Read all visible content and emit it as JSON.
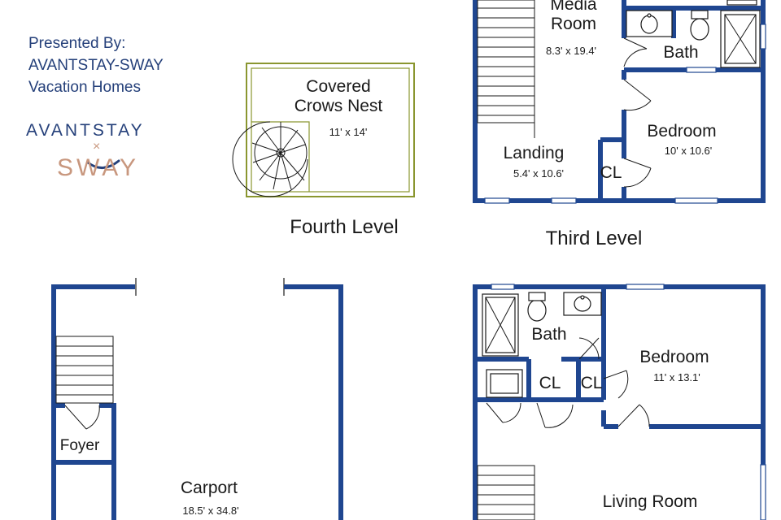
{
  "presenter": {
    "line1": "Presented By:",
    "line2": "AVANTSTAY-SWAY",
    "line3": "Vacation Homes"
  },
  "logo": {
    "top": "AVANTSTAY",
    "x": "×",
    "bottom": "SWAY"
  },
  "colors": {
    "wall": "#1f4690",
    "crows_nest": "#8a9630",
    "brand_navy": "#25407a",
    "brand_peach": "#c8977e"
  },
  "levels": {
    "fourth": {
      "label": "Fourth Level",
      "rooms": [
        {
          "name_line1": "Covered",
          "name_line2": "Crows Nest",
          "dims": "11' x 14'"
        }
      ]
    },
    "third": {
      "label": "Third Level",
      "rooms": [
        {
          "name_line1": "Media",
          "name_line2": "Room",
          "dims": "8.3' x 19.4'"
        },
        {
          "name": "Bath"
        },
        {
          "name": "Bedroom",
          "dims": "10' x 10.6'"
        },
        {
          "name": "Landing",
          "dims": "5.4' x 10.6'"
        },
        {
          "name": "CL"
        }
      ]
    },
    "second": {
      "rooms": [
        {
          "name": "Bath"
        },
        {
          "name": "Bedroom",
          "dims": "11' x 13.1'"
        },
        {
          "name": "CL"
        },
        {
          "name": "CL"
        },
        {
          "name": "Living Room"
        }
      ]
    },
    "first": {
      "rooms": [
        {
          "name": "Foyer"
        },
        {
          "name": "Carport",
          "dims": "18.5' x 34.8'"
        }
      ]
    }
  }
}
